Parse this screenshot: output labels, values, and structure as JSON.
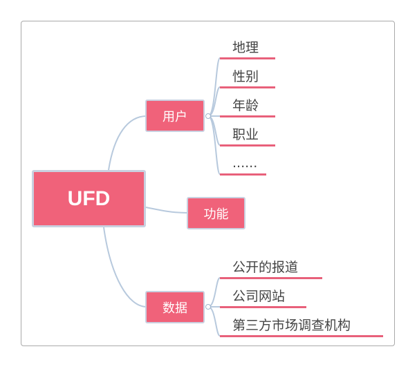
{
  "root": {
    "label": "UFD"
  },
  "branches": [
    {
      "id": "user",
      "label": "用户",
      "children": [
        "地理",
        "性别",
        "年龄",
        "职业",
        "......"
      ]
    },
    {
      "id": "func",
      "label": "功能",
      "children": []
    },
    {
      "id": "data",
      "label": "数据",
      "children": [
        "公开的报道",
        "公司网站",
        "第三方市场调查机构"
      ]
    }
  ],
  "colors": {
    "node_fill": "#f0627a",
    "node_border": "#c9d0e0",
    "link": "#b7c9dd",
    "leaf_underline": "#e8607a",
    "leaf_text": "#444444"
  }
}
